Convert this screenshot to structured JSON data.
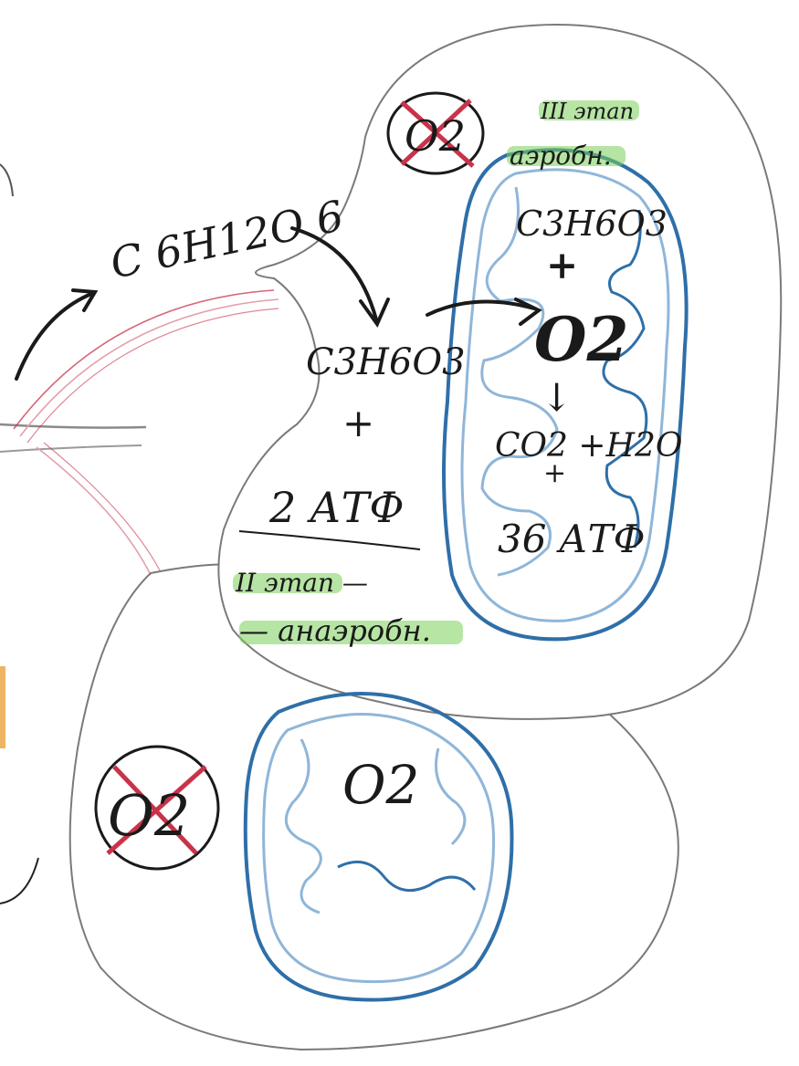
{
  "labels": {
    "glucose": "С 6Н12О 6",
    "pyruvate_cytoplasm": "С3Н6О3",
    "plus_1": "+",
    "atp_anaerobic": "2 АТФ",
    "stage2_line1": "II этап —",
    "stage2_line2": "— анаэробн.",
    "stage3_line1": "III этап",
    "stage3_line2": "аэробн.",
    "pyruvate_mito": "С3Н6О3",
    "plus_2": "+",
    "oxygen_main": "O2",
    "down_arrow": "↓",
    "products": "CO2 +H2O",
    "plus_3": "+",
    "atp_aerobic": "36 АТФ",
    "no_oxygen_top": "O2",
    "no_oxygen_bottom": "O2",
    "oxygen_lower_mito": "O2"
  },
  "colors": {
    "pencil": "#7a7a7a",
    "ink": "#1a1a1a",
    "mito_dark": "#2f6fa8",
    "mito_light": "#8fb6d8",
    "red": "#c8334a",
    "red_light": "#e3a0a8",
    "highlight_green": "#7bcf5a",
    "orange_edge": "#e8a23a"
  }
}
